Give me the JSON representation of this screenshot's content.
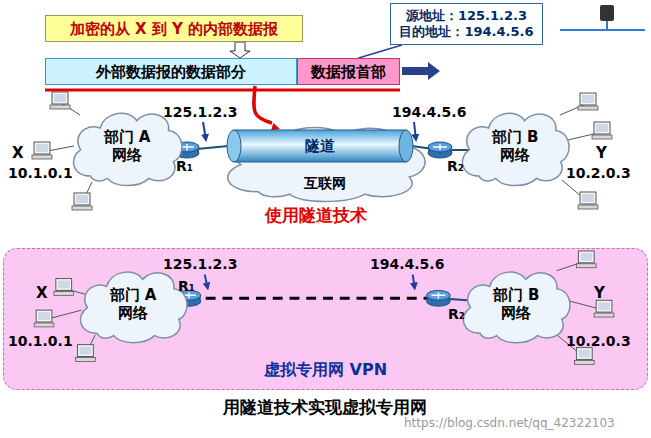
{
  "diagram": {
    "caption": "用隧道技术实现虚拟专用网",
    "nodes": [
      {
        "text": [
          "加密的从 X 到 Y 的内部数据报"
        ]
      },
      {
        "text": [
          "外部数据报的数据部分"
        ]
      },
      {
        "text": [
          "数据报首部"
        ]
      },
      {
        "text": [
          "源地址：125.1.2.3",
          "目的地址：194.4.5.6"
        ]
      },
      {
        "text": [
          "部门 A 网络"
        ]
      },
      {
        "text": [
          "互联网"
        ]
      },
      {
        "text": [
          "隧道"
        ]
      },
      {
        "text": [
          "部门 B 网络"
        ]
      },
      {
        "text": [
          "虚拟专用网 VPN"
        ]
      },
      {
        "text": [
          "部门 A 网络"
        ],
        "in": 8
      },
      {
        "text": [
          "部门 B 网络"
        ],
        "in": 8
      }
    ],
    "edges": [
      {
        "from": 0,
        "to": 1,
        "arrow": "to"
      },
      {
        "from": 2,
        "to": 3,
        "arrow": "none"
      },
      {
        "from": 1,
        "to": 6,
        "arrow": "to"
      }
    ],
    "labels": [
      "125.1.2.3",
      "194.4.5.6",
      "R₁",
      "R₂",
      "X",
      "10.1.0.1",
      "Y",
      "10.2.0.3",
      "使用隧道技术",
      "125.1.2.3",
      "194.4.5.6",
      "R₁",
      "R₂",
      "X",
      "10.1.0.1",
      "Y",
      "10.2.0.3",
      "https://blog.csdn.net/qq_42322103"
    ]
  }
}
